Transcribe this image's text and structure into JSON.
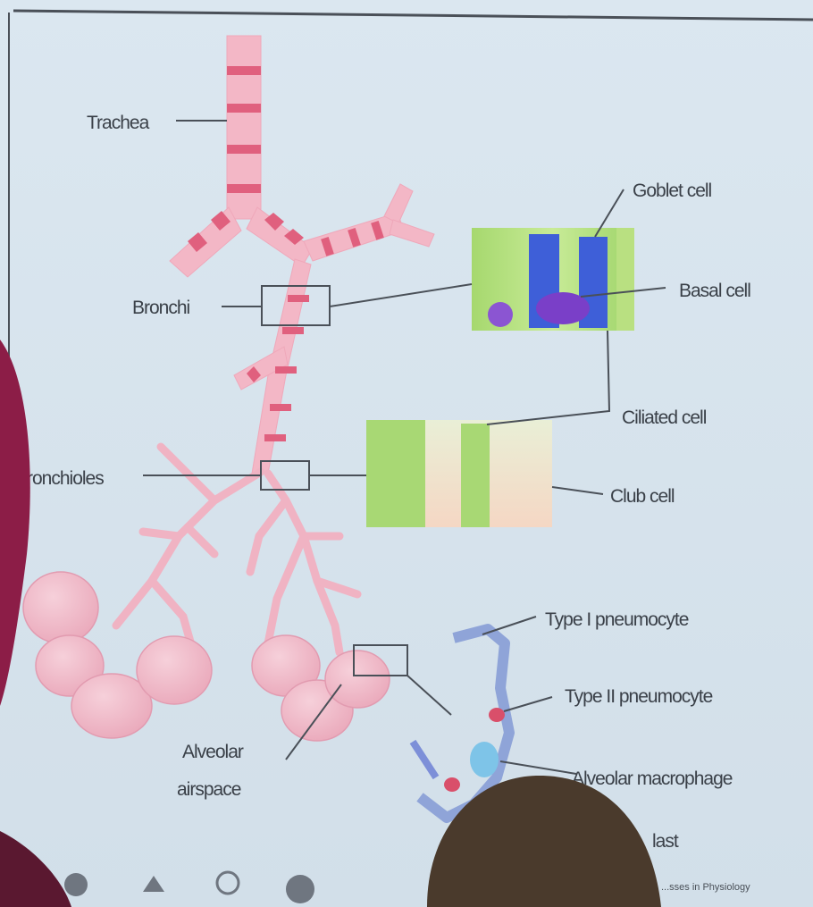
{
  "labels": {
    "trachea": "Trachea",
    "bronchi": "Bronchi",
    "bronchioles": "ronchioles",
    "alveolar_airspace_line1": "Alveolar",
    "alveolar_airspace_line2": "airspace",
    "goblet_cell": "Goblet cell",
    "basal_cell": "Basal cell",
    "ciliated_cell": "Ciliated cell",
    "club_cell": "Club cell",
    "type1_pneumocyte": "Type I pneumocyte",
    "type2_pneumocyte": "Type II pneumocyte",
    "alveolar_macrophage": "Alveolar macrophage",
    "partial_label": "last",
    "source_credit": "...sses in Physiology"
  },
  "colors": {
    "slide_background": "#dde8f1",
    "airway_pink": "#f3b7c6",
    "cartilage_ring": "#e0607e",
    "alveoli_pink": "#f2bccb",
    "epithelium_green": "#9fd46a",
    "goblet_blue": "#3e5fd8",
    "basal_purple": "#7a3fc8",
    "presenter_maroon": "#8c1d47",
    "presenter_hair": "#4a3a2c"
  }
}
